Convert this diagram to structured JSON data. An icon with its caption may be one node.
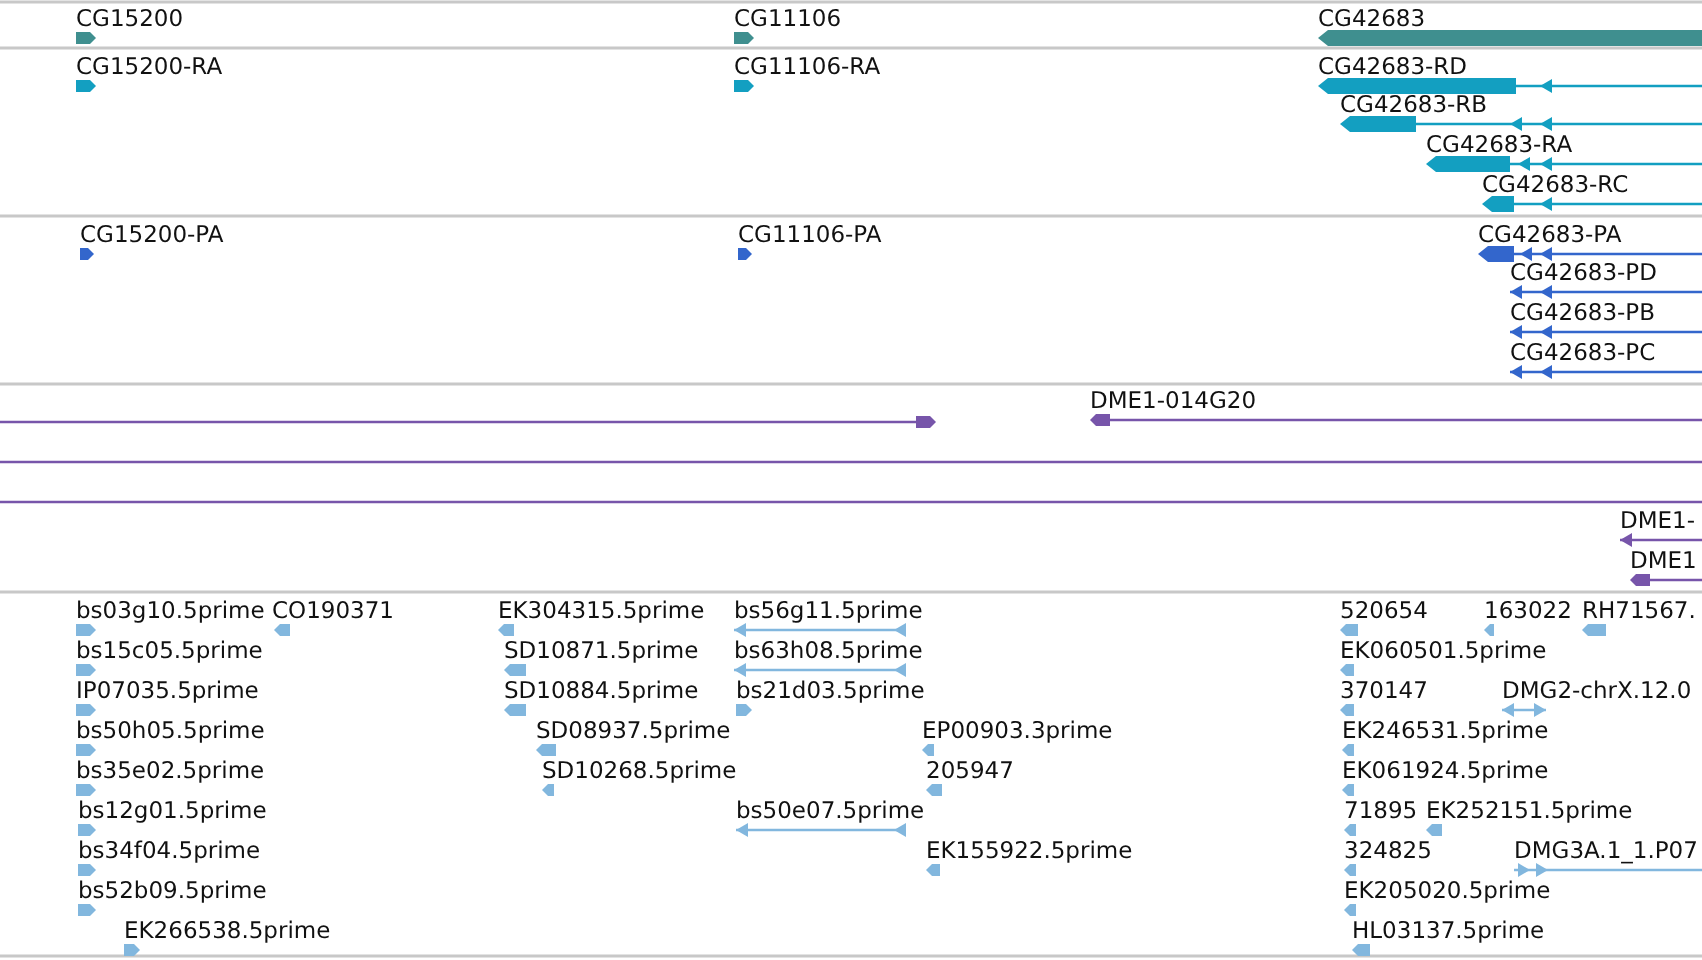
{
  "diagram": {
    "labels": [
      "CG15200",
      "CG11106",
      "CG42683",
      "CG15200-RA",
      "CG11106-RA",
      "CG42683-RD",
      "CG42683-RB",
      "CG42683-RA",
      "CG42683-RC",
      "CG15200-PA",
      "CG11106-PA",
      "CG42683-PA",
      "CG42683-PD",
      "CG42683-PB",
      "CG42683-PC",
      "DME1-014G20",
      "DME1-",
      "DME1",
      "bs03g10.5prime",
      "CO190371",
      "EK304315.5prime",
      "bs56g11.5prime",
      "520654",
      "163022",
      "RH71567.",
      "bs15c05.5prime",
      "SD10871.5prime",
      "bs63h08.5prime",
      "EK060501.5prime",
      "IP07035.5prime",
      "SD10884.5prime",
      "bs21d03.5prime",
      "370147",
      "DMG2-chrX.12.0",
      "bs50h05.5prime",
      "SD08937.5prime",
      "EP00903.3prime",
      "EK246531.5prime",
      "bs35e02.5prime",
      "SD10268.5prime",
      "205947",
      "EK061924.5prime",
      "bs12g01.5prime",
      "bs50e07.5prime",
      "71895",
      "EK252151.5prime",
      "bs34f04.5prime",
      "EK155922.5prime",
      "324825",
      "DMG3A.1_1.P07",
      "bs52b09.5prime",
      "EK205020.5prime",
      "EK266538.5prime",
      "HL03137.5prime"
    ]
  }
}
